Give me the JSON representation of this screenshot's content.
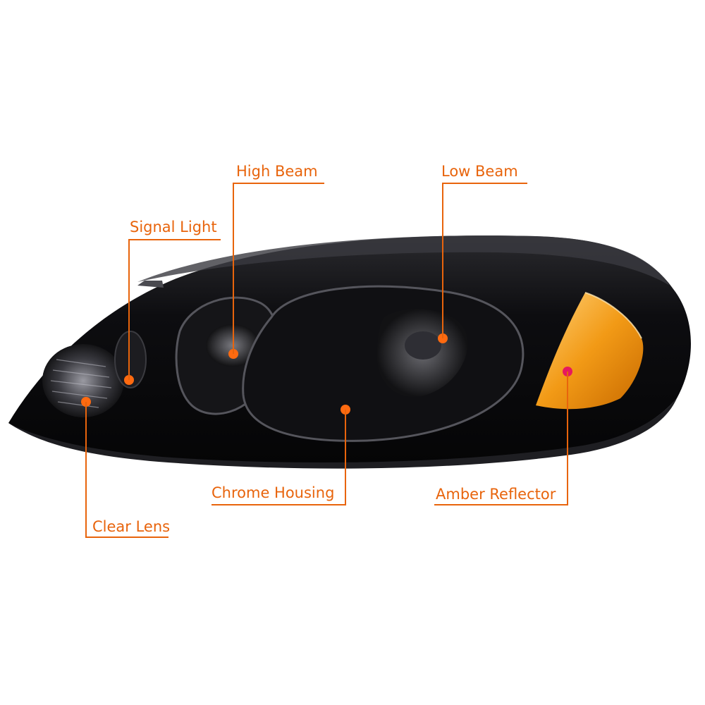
{
  "accent_color": "#e8640c",
  "dot_color": "#ff6a10",
  "amber_dot_color": "#e6195f",
  "labels": {
    "high_beam": "High Beam",
    "low_beam": "Low Beam",
    "signal_light": "Signal Light",
    "chrome_housing": "Chrome Housing",
    "amber_reflector": "Amber Reflector",
    "clear_lens": "Clear Lens"
  }
}
